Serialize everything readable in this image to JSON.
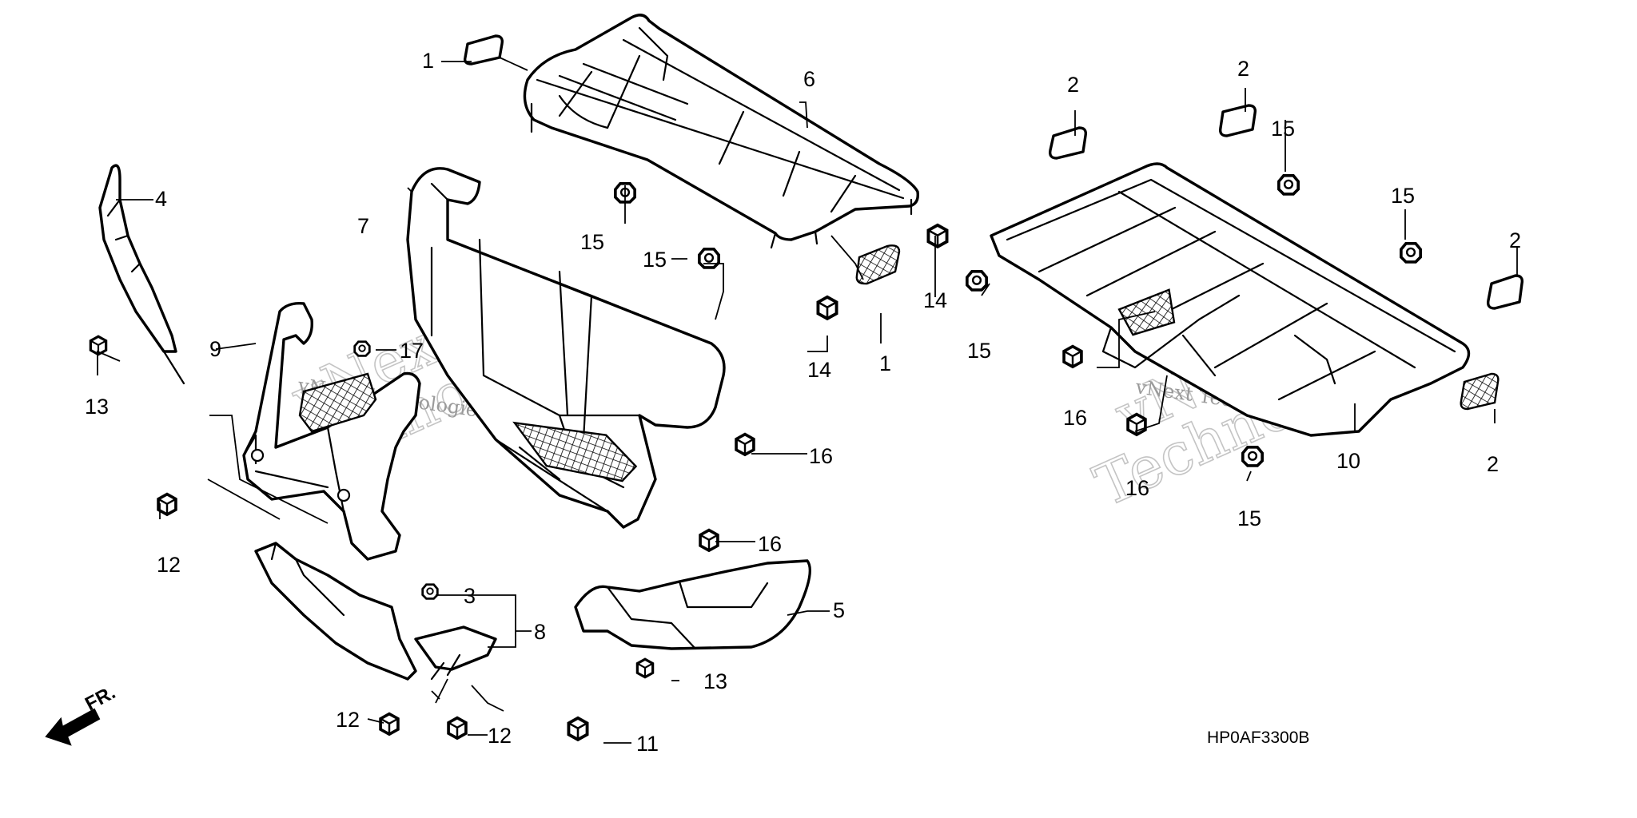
{
  "diagram_code": "HP0AF3300B",
  "front_indicator": "FR.",
  "watermark": {
    "line1": "vNext",
    "line2": "Technologies",
    "inline": "vNext Technologies"
  },
  "callouts": {
    "c1a": "1",
    "c1b": "1",
    "c2a": "2",
    "c2b": "2",
    "c2c": "2",
    "c2d": "2",
    "c3": "3",
    "c4": "4",
    "c5": "5",
    "c6": "6",
    "c7": "7",
    "c8": "8",
    "c9": "9",
    "c10": "10",
    "c11": "11",
    "c12a": "12",
    "c12b": "12",
    "c12c": "12",
    "c13a": "13",
    "c13b": "13",
    "c14a": "14",
    "c14b": "14",
    "c15a": "15",
    "c15b": "15",
    "c15c": "15",
    "c15d": "15",
    "c15e": "15",
    "c15f": "15",
    "c16a": "16",
    "c16b": "16",
    "c16c": "16",
    "c16d": "16",
    "c17": "17"
  }
}
